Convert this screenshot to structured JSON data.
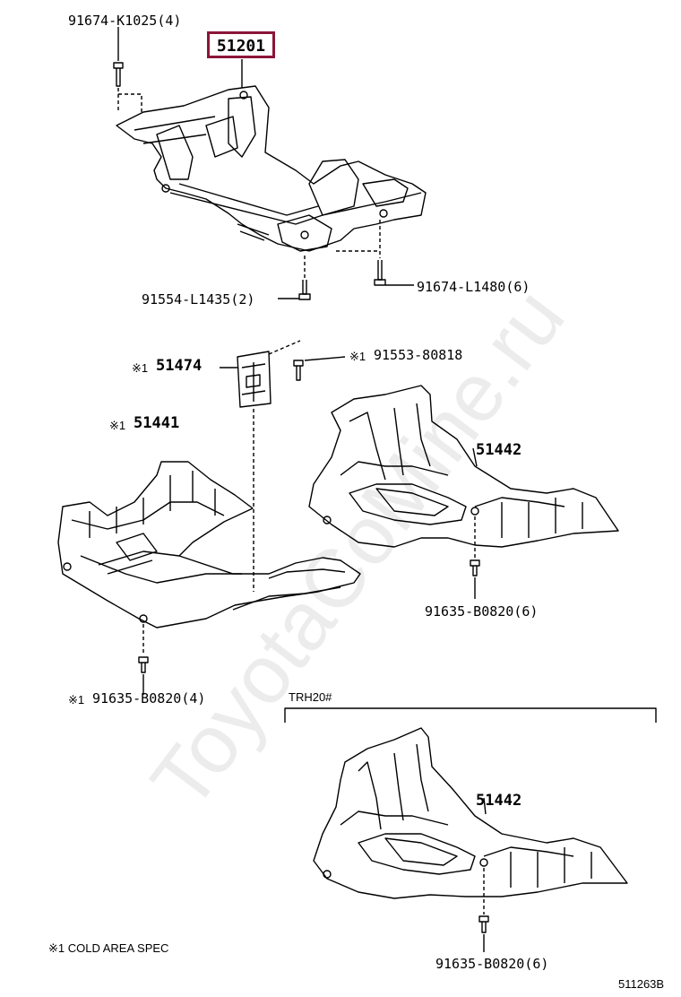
{
  "labels": {
    "bolt_top_left": "91674-K1025(4)",
    "crossmember": "51201",
    "bolt_mid_left": "91554-L1435(2)",
    "bolt_mid_right": "91674-L1480(6)",
    "bracket_mark": "※1",
    "bracket": "51474",
    "screw_mark": "※1",
    "screw": "91553-80818",
    "cover_left_mark": "※1",
    "cover_left": "51441",
    "cover_right": "51442",
    "bolt_right": "91635-B0820(6)",
    "bolt_left_mark": "※1",
    "bolt_left": "91635-B0820(4)",
    "variant_header": "TRH20#",
    "cover_variant": "51442",
    "bolt_variant": "91635-B0820(6)",
    "footnote": "※1 COLD AREA SPEC",
    "diagram_code": "511263B"
  },
  "watermark": "ToyotaCoMine.ru",
  "colors": {
    "highlight_border": "#8b1538",
    "line": "#000000"
  }
}
